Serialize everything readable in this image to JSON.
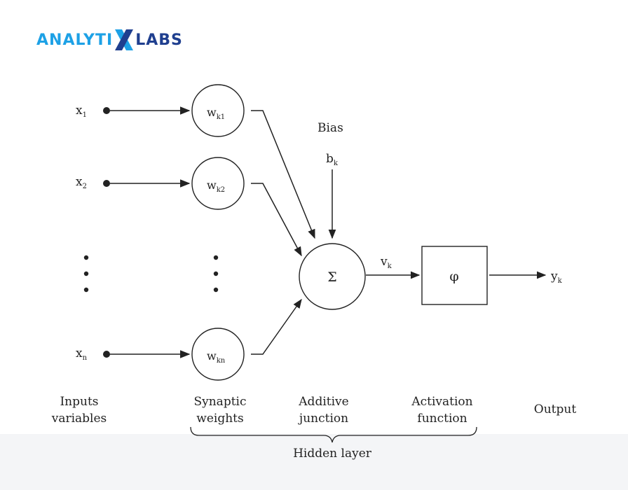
{
  "logo": {
    "part1": "ANALYTI",
    "part2": "LABS",
    "brand_light": "#1da1e6",
    "brand_dark": "#1f3f8f"
  },
  "inputs": [
    {
      "var": "x",
      "sub": "1"
    },
    {
      "var": "x",
      "sub": "2"
    },
    {
      "var": "x",
      "sub": "n"
    }
  ],
  "weights": [
    {
      "var": "w",
      "sub": "k1"
    },
    {
      "var": "w",
      "sub": "k2"
    },
    {
      "var": "w",
      "sub": "kn"
    }
  ],
  "bias": {
    "title": "Bias",
    "var": "b",
    "sub": "k"
  },
  "summation": {
    "symbol": "Σ"
  },
  "induced": {
    "var": "v",
    "sub": "k"
  },
  "activation": {
    "symbol": "φ"
  },
  "output": {
    "var": "y",
    "sub": "k"
  },
  "captions": {
    "inputs_line1": "Inputs",
    "inputs_line2": "variables",
    "weights_line1": "Synaptic",
    "weights_line2": "weights",
    "junction_line1": "Additive",
    "junction_line2": "junction",
    "activation_line1": "Activation",
    "activation_line2": "function",
    "output": "Output",
    "hidden": "Hidden layer"
  },
  "colors": {
    "ink": "#222222",
    "band": "#f4f5f7"
  }
}
